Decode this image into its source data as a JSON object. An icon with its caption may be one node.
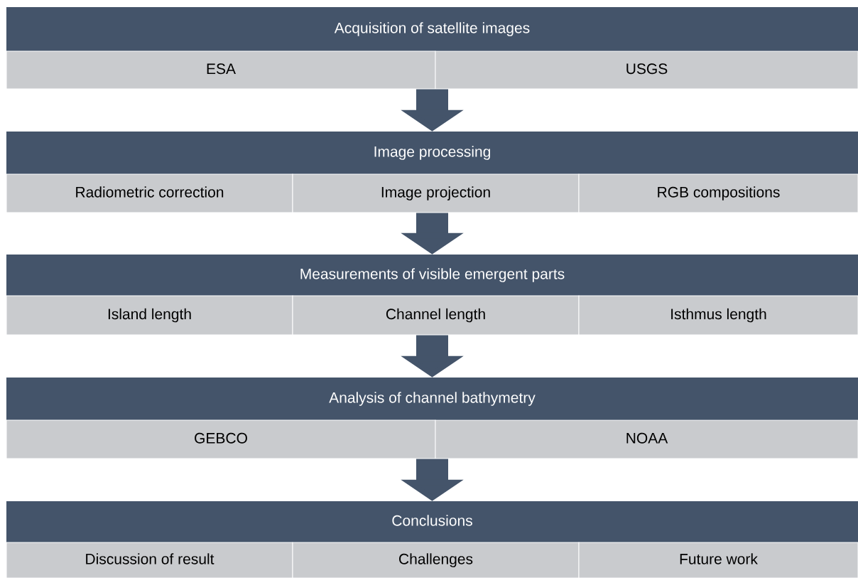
{
  "diagram": {
    "nodes": [
      {
        "text": [
          "Acquisition of satellite images"
        ]
      },
      {
        "text": [
          "ESA"
        ]
      },
      {
        "text": [
          "USGS"
        ]
      },
      {
        "text": [
          "Image processing"
        ]
      },
      {
        "text": [
          "Radiometric correction"
        ]
      },
      {
        "text": [
          "Image projection"
        ]
      },
      {
        "text": [
          "RGB compositions"
        ]
      },
      {
        "text": [
          "Measurements of visible emergent parts"
        ]
      },
      {
        "text": [
          "Island length"
        ]
      },
      {
        "text": [
          "Channel length"
        ]
      },
      {
        "text": [
          "Isthmus length"
        ]
      },
      {
        "text": [
          "Analysis of channel bathymetry"
        ]
      },
      {
        "text": [
          "GEBCO"
        ]
      },
      {
        "text": [
          "NOAA"
        ]
      },
      {
        "text": [
          "Conclusions"
        ]
      },
      {
        "text": [
          "Discussion of result"
        ]
      },
      {
        "text": [
          "Challenges"
        ]
      },
      {
        "text": [
          "Future work"
        ]
      }
    ],
    "edges": [
      {
        "from": 1,
        "to": 3,
        "arrow": "to"
      },
      {
        "from": 5,
        "to": 7,
        "arrow": "to"
      },
      {
        "from": 9,
        "to": 11,
        "arrow": "to"
      },
      {
        "from": 12,
        "to": 14,
        "arrow": "to"
      }
    ]
  }
}
